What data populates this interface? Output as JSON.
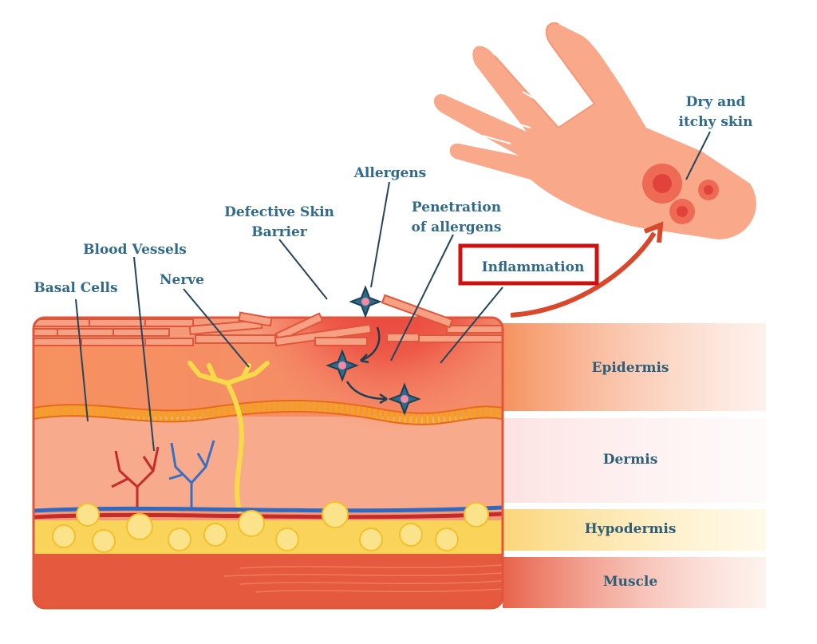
{
  "labels": {
    "basal_cells": "Basal Cells",
    "blood_vessels": "Blood Vessels",
    "nerve": "Nerve",
    "defective_barrier_line1": "Defective Skin",
    "defective_barrier_line2": "Barrier",
    "allergens": "Allergens",
    "penetration_line1": "Penetration",
    "penetration_line2": "of allergens",
    "inflammation": "Inflammation",
    "dry_itchy_line1": "Dry and",
    "dry_itchy_line2": "itchy skin"
  },
  "layers": {
    "epidermis": "Epidermis",
    "dermis": "Dermis",
    "hypodermis": "Hypodermis",
    "muscle": "Muscle"
  },
  "highlight": {
    "target": "Inflammation",
    "color": "#cc1111"
  },
  "colors": {
    "label": "#2f6a8a",
    "skin": "#f7a98c",
    "inflammation": "#e0433a",
    "allergen": "#2f6a8a"
  }
}
